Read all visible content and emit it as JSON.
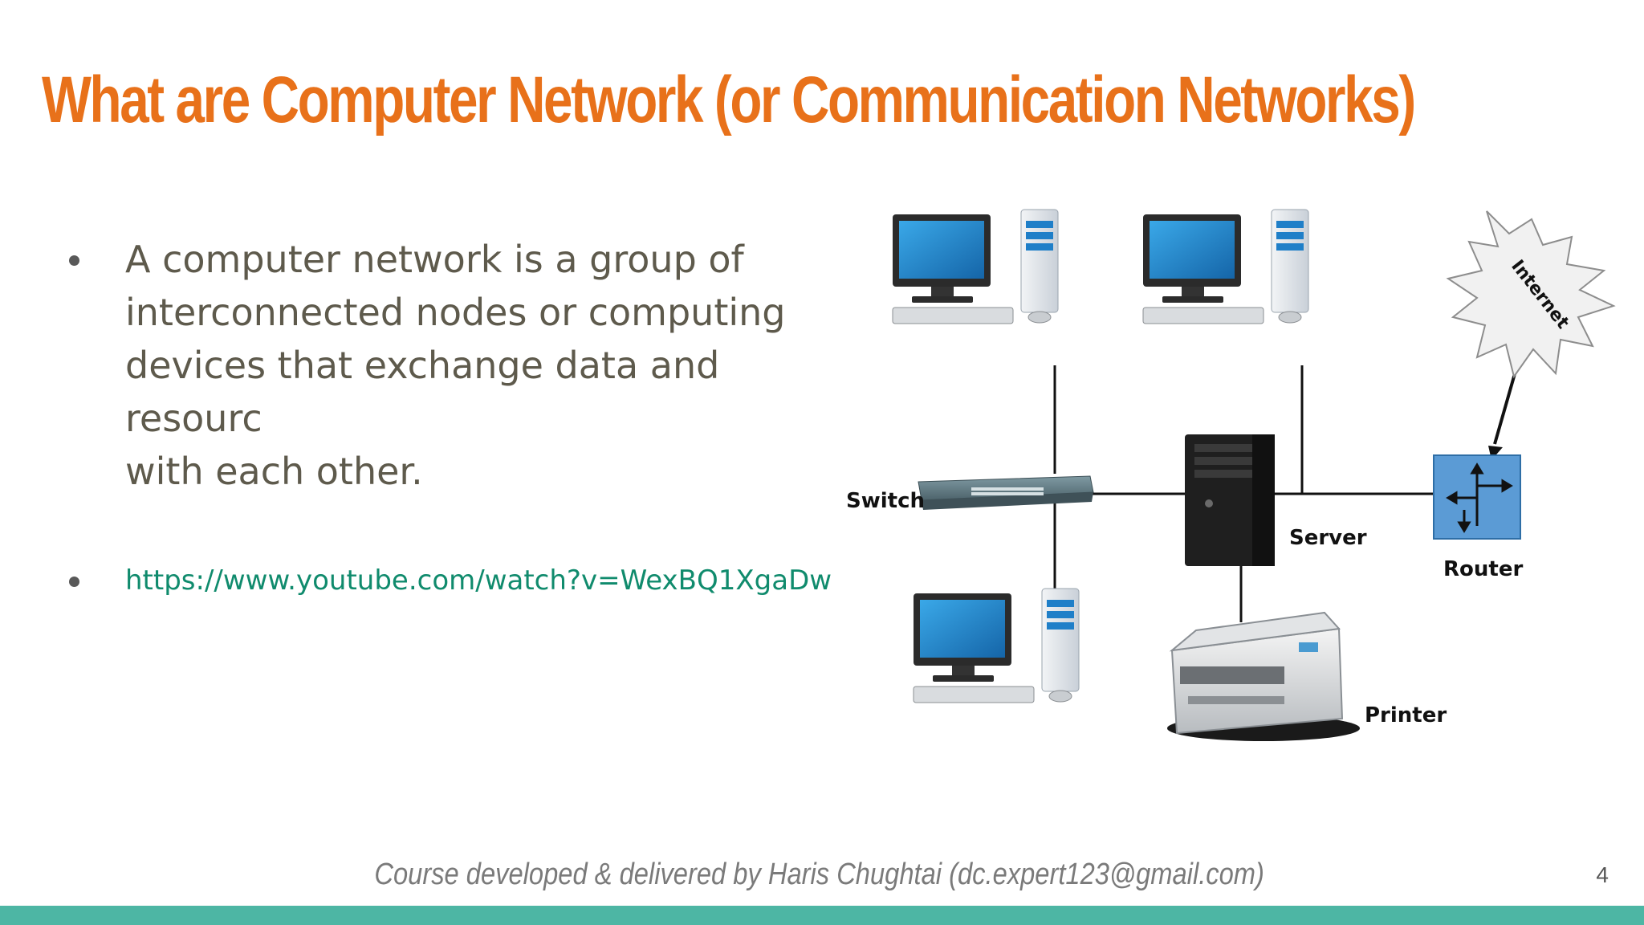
{
  "slide": {
    "title": "What are Computer Network (or Communication Networks)",
    "bullets": [
      {
        "text": "A computer network is a group of\ninterconnected nodes or computing\ndevices that exchange data and resourc\nwith each other."
      }
    ],
    "link": "https://www.youtube.com/watch?v=WexBQ1XgaDw",
    "footer": "Course developed & delivered by Haris Chughtai (dc.expert123@gmail.com)",
    "page_number": "4"
  },
  "diagram": {
    "labels": {
      "switch": "Switch",
      "server": "Server",
      "router": "Router",
      "printer": "Printer",
      "internet": "Internet"
    }
  },
  "colors": {
    "title": "#e8711a",
    "body_text": "#5e5a4c",
    "link": "#108b6d",
    "bottom_bar": "#4db6a4",
    "monitor_screen": "#1f86cc",
    "router": "#5b9bd5"
  }
}
